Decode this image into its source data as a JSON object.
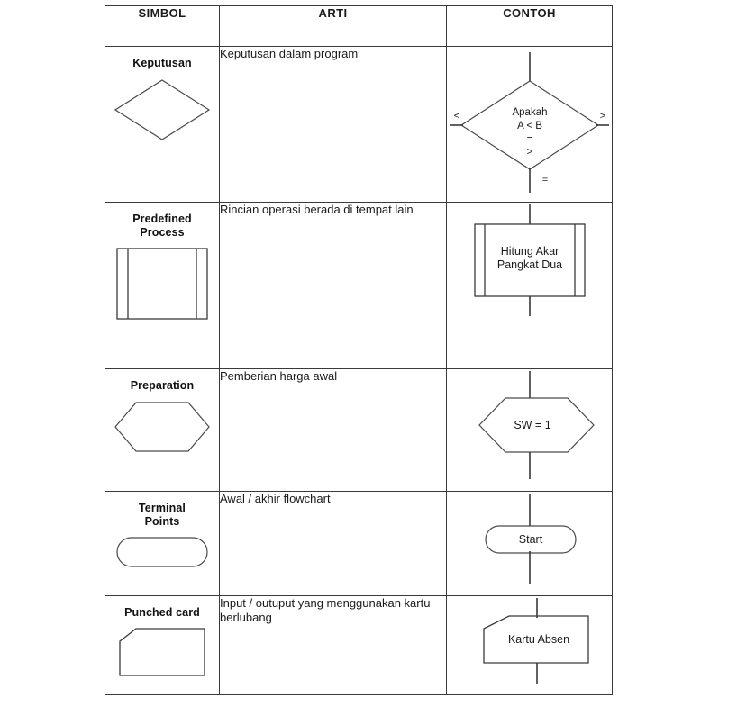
{
  "table": {
    "headers": [
      {
        "label": "SIMBOL"
      },
      {
        "label": "ARTI"
      },
      {
        "label": "CONTOH"
      }
    ],
    "rows": [
      {
        "symbol_name": "Keputusan",
        "symbol_shape": "diamond",
        "meaning": "Keputusan dalam program",
        "example": {
          "shape": "decision-diamond",
          "text_lines": [
            "Apakah",
            "A  <  B",
            "=",
            ">"
          ],
          "branch_left": "<",
          "branch_right": ">",
          "branch_bottom": "="
        }
      },
      {
        "symbol_name_line1": "Predefined",
        "symbol_name_line2": "Process",
        "symbol_shape": "predefined-process",
        "meaning": "Rincian  operasi  berada  di  tempat lain",
        "example": {
          "shape": "predefined-process",
          "text_lines": [
            "Hitung Akar",
            "Pangkat Dua"
          ]
        }
      },
      {
        "symbol_name": "Preparation",
        "symbol_shape": "hexagon",
        "meaning": "Pemberian harga awal",
        "example": {
          "shape": "hexagon",
          "text_lines": [
            "SW = 1"
          ]
        }
      },
      {
        "symbol_name_line1": "Terminal",
        "symbol_name_line2": "Points",
        "symbol_shape": "stadium",
        "meaning": "Awal / akhir flowchart",
        "example": {
          "shape": "stadium",
          "text_lines": [
            "Start"
          ]
        }
      },
      {
        "symbol_name": "Punched card",
        "symbol_shape": "punched-card",
        "meaning": "Input / outuput yang menggunakan kartu berlubang",
        "example": {
          "shape": "punched-card",
          "text_lines": [
            "Kartu Absen"
          ]
        }
      }
    ]
  },
  "colors": {
    "border": "#3a3a3a",
    "shape_stroke": "#4a4a4a",
    "text": "#1a1a1a",
    "background": "#ffffff"
  }
}
